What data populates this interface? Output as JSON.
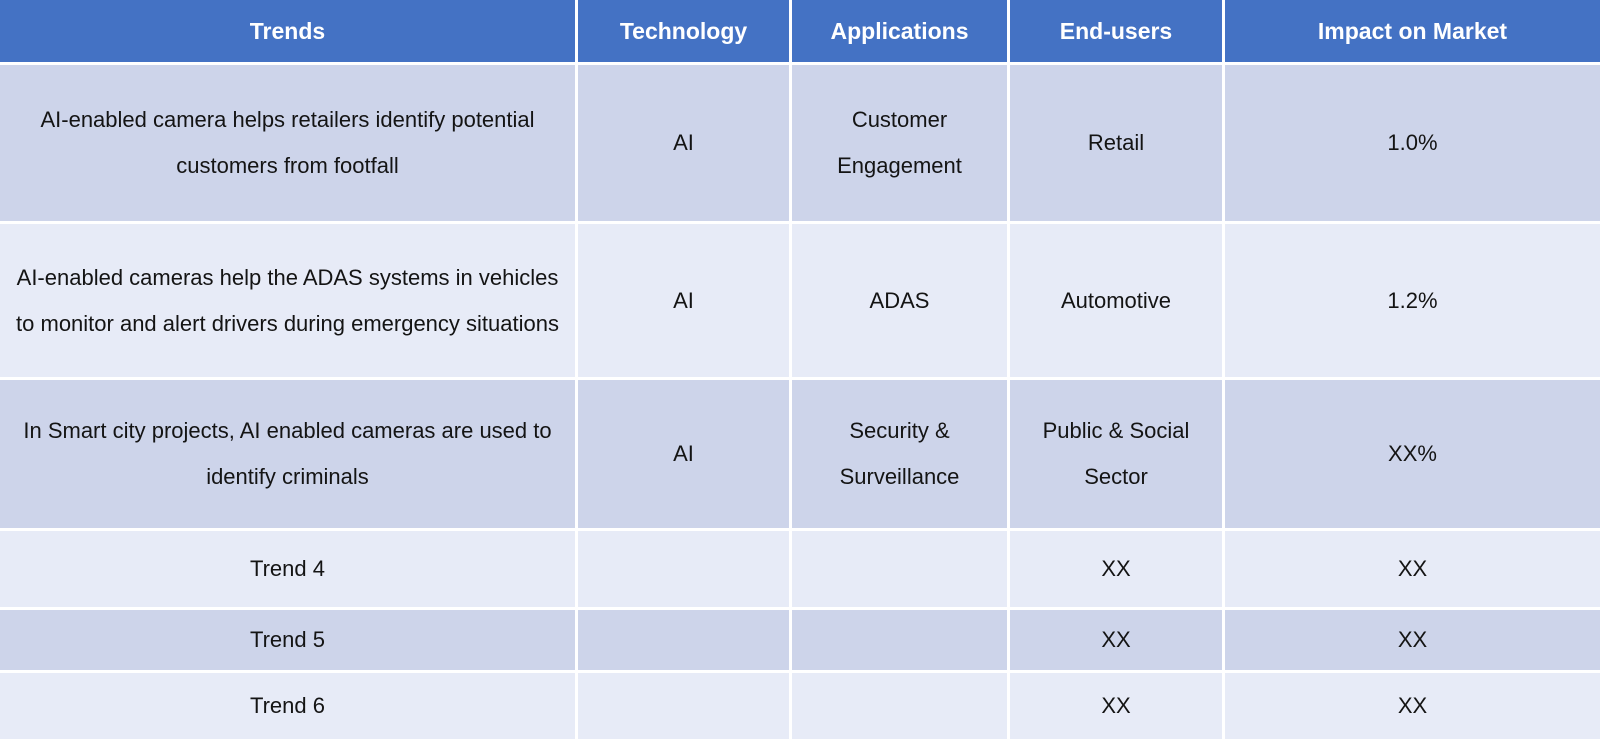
{
  "table": {
    "columns": [
      {
        "key": "trends",
        "label": "Trends"
      },
      {
        "key": "technology",
        "label": "Technology"
      },
      {
        "key": "applications",
        "label": "Applications"
      },
      {
        "key": "endusers",
        "label": "End-users"
      },
      {
        "key": "impact",
        "label": "Impact on Market"
      }
    ],
    "rows": [
      {
        "trends": "AI-enabled camera helps retailers identify potential customers from footfall",
        "technology": "AI",
        "applications": "Customer Engagement",
        "endusers": "Retail",
        "impact": "1.0%"
      },
      {
        "trends": "AI-enabled cameras help the ADAS systems in vehicles to monitor and alert drivers during emergency situations",
        "technology": "AI",
        "applications": "ADAS",
        "endusers": "Automotive",
        "impact": "1.2%"
      },
      {
        "trends": "In Smart city projects, AI enabled cameras are used to identify criminals",
        "technology": "AI",
        "applications": "Security & Surveillance",
        "endusers": "Public & Social Sector",
        "impact": "XX%"
      },
      {
        "trends": "Trend 4",
        "technology": "",
        "applications": "",
        "endusers": "XX",
        "impact": "XX"
      },
      {
        "trends": "Trend 5",
        "technology": "",
        "applications": "",
        "endusers": "XX",
        "impact": "XX"
      },
      {
        "trends": "Trend 6",
        "technology": "",
        "applications": "",
        "endusers": "XX",
        "impact": "XX"
      }
    ]
  },
  "colors": {
    "header_background": "#4472C4",
    "header_text": "#FFFFFF",
    "row_band_dark": "#CDD4EA",
    "row_band_light": "#E7EBF7",
    "cell_text": "#141414",
    "gridline": "#FFFFFF"
  }
}
